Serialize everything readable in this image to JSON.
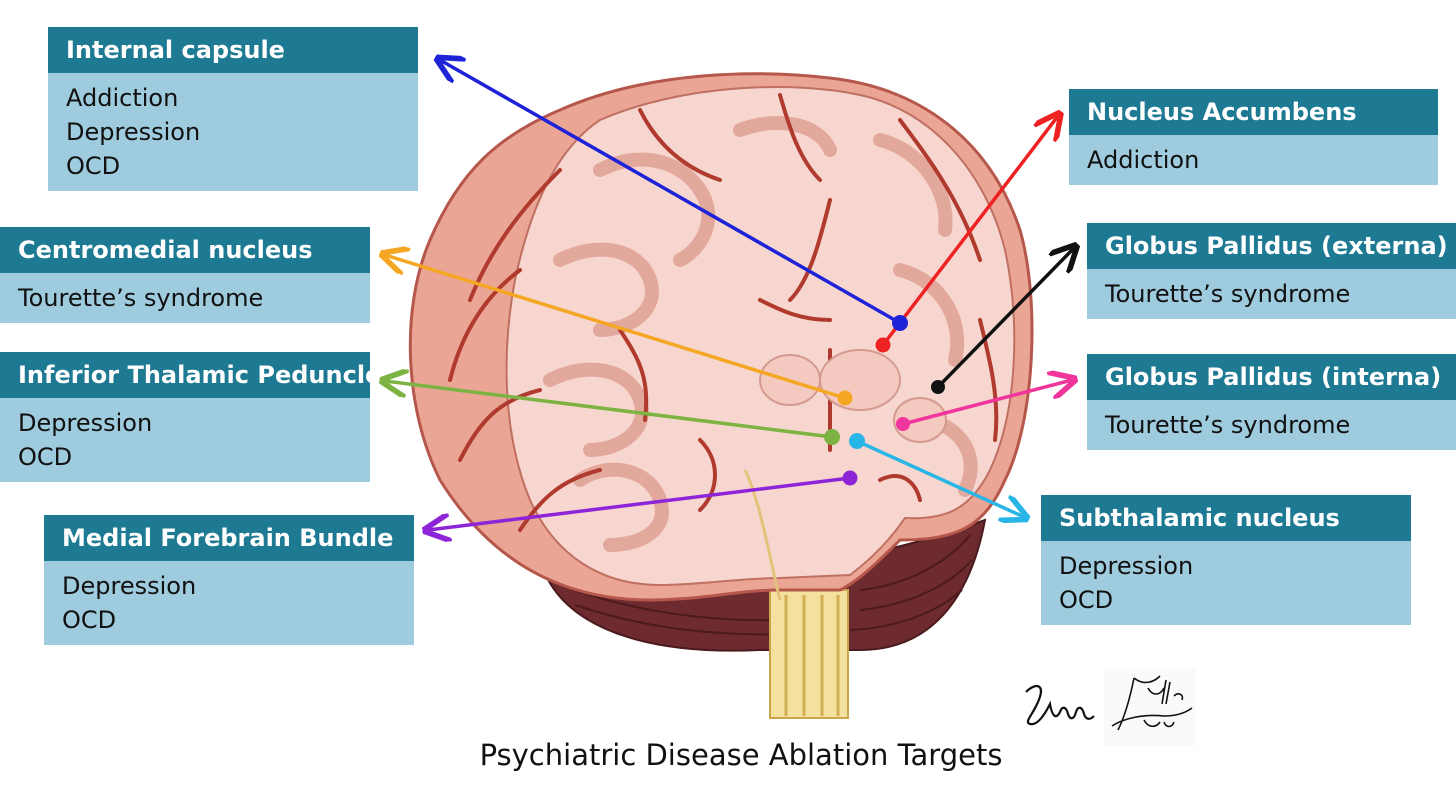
{
  "caption": "Psychiatric Disease Ablation Targets",
  "targets": {
    "internal_capsule": {
      "title": "Internal capsule",
      "items": [
        "Addiction",
        "Depression",
        "OCD"
      ],
      "color": "#1f23d8"
    },
    "centromedial": {
      "title": "Centromedial nucleus",
      "items": [
        "Tourette’s syndrome"
      ],
      "color": "#f5a623"
    },
    "itp": {
      "title": "Inferior Thalamic Peduncle",
      "items": [
        "Depression",
        "OCD"
      ],
      "color": "#7cb342"
    },
    "mfb": {
      "title": "Medial Forebrain Bundle",
      "items": [
        "Depression",
        "OCD"
      ],
      "color": "#8e24d8"
    },
    "nacc": {
      "title": "Nucleus Accumbens",
      "items": [
        "Addiction"
      ],
      "color": "#ee2222"
    },
    "gpe": {
      "title": "Globus Pallidus (externa)",
      "items": [
        "Tourette’s syndrome"
      ],
      "color": "#111111"
    },
    "gpi": {
      "title": "Globus Pallidus (interna)",
      "items": [
        "Tourette’s syndrome"
      ],
      "color": "#f0359c"
    },
    "stn": {
      "title": "Subthalamic nucleus",
      "items": [
        "Depression",
        "OCD"
      ],
      "color": "#29b6e6"
    }
  }
}
